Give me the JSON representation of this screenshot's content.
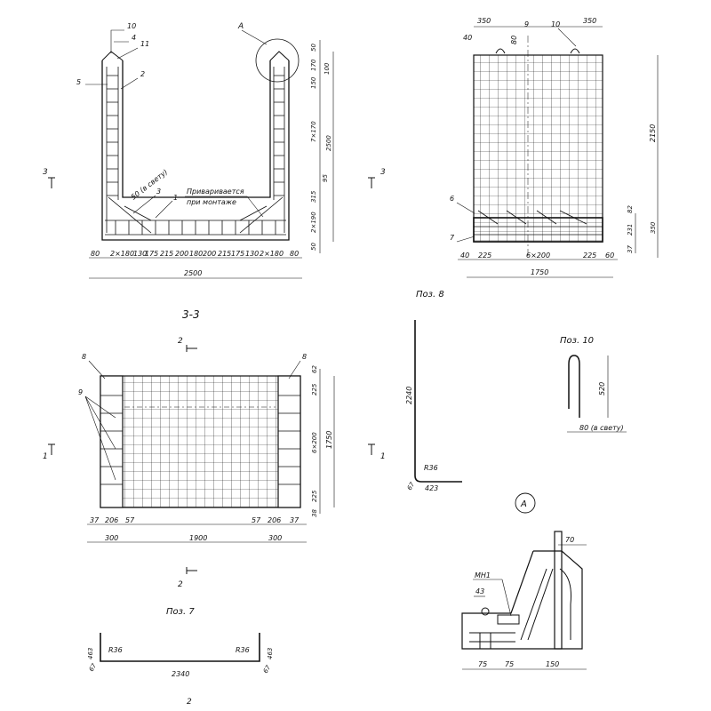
{
  "section_33": {
    "callouts": [
      "10",
      "4",
      "11",
      "5",
      "2",
      "3",
      "1"
    ],
    "detail_mark": "A",
    "note_line1": "Приваривается",
    "note_line2": "при монтаже",
    "clear_label": "50 (в свету)",
    "bottom_dims": [
      "80",
      "2×180",
      "130",
      "175",
      "215",
      "200",
      "180",
      "200",
      "215",
      "175",
      "130",
      "2×180",
      "80"
    ],
    "total_width": "2500",
    "right_dims": [
      "50",
      "170",
      "100",
      "150",
      "7×170",
      "2500",
      "95",
      "315",
      "2×190",
      "50"
    ],
    "cut_number": "3",
    "title": "3-3"
  },
  "poz8_view": {
    "top_dims": [
      "350",
      "80",
      "350"
    ],
    "callouts": [
      "9",
      "10",
      "6",
      "7"
    ],
    "left_dim_top": "40",
    "right_dims": [
      "2150",
      "82",
      "231",
      "350",
      "37"
    ],
    "bottom_dims": [
      "40",
      "225",
      "6×200",
      "225",
      "60"
    ],
    "total_width": "1750",
    "caption": "Поз. 8"
  },
  "plan_view": {
    "cut_2": "2",
    "cut_1": "1",
    "callouts": [
      "8",
      "9",
      "8"
    ],
    "right_dims": [
      "62",
      "225",
      "6×200",
      "1750",
      "225",
      "38"
    ],
    "bottom_dims": [
      "37",
      "206",
      "57",
      "57",
      "206",
      "37"
    ],
    "span_dims": [
      "300",
      "1900",
      "300"
    ]
  },
  "poz7": {
    "caption": "Поз. 7",
    "leg_dim": "463",
    "radius": "R36",
    "length": "2340",
    "hook": "67",
    "cut_label": "2"
  },
  "bar_l": {
    "height": "2240",
    "radius": "R36",
    "hook": "67",
    "length": "423"
  },
  "poz10": {
    "caption": "Поз. 10",
    "height": "520",
    "clear": "80 (в свету)"
  },
  "detail_a": {
    "marker": "A",
    "plate": "МН1",
    "dims_top": [
      "70",
      "43"
    ],
    "dims_bottom": [
      "75",
      "75",
      "150"
    ]
  }
}
